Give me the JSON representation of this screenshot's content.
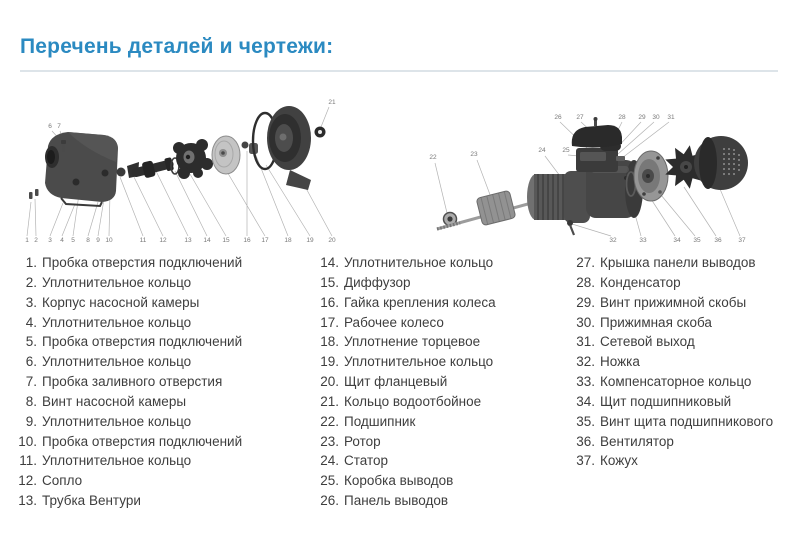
{
  "page": {
    "title": "Перечень деталей и чертежи:",
    "colors": {
      "title_blue": "#2b8ac1",
      "text": "#3e3e3e",
      "divider": "#dde4e9"
    }
  },
  "parts": [
    {
      "num": "1.",
      "label": "Пробка отверстия подключений"
    },
    {
      "num": "2.",
      "label": "Уплотнительное кольцо"
    },
    {
      "num": "3.",
      "label": "Корпус насосной камеры"
    },
    {
      "num": "4.",
      "label": "Уплотнительное кольцо"
    },
    {
      "num": "5.",
      "label": "Пробка отверстия подключений"
    },
    {
      "num": "6.",
      "label": "Уплотнительное кольцо"
    },
    {
      "num": "7.",
      "label": "Пробка заливного отверстия"
    },
    {
      "num": "8.",
      "label": "Винт насосной камеры"
    },
    {
      "num": "9.",
      "label": "Уплотнительное кольцо"
    },
    {
      "num": "10.",
      "label": "Пробка отверстия подключений"
    },
    {
      "num": "11.",
      "label": "Уплотнительное кольцо"
    },
    {
      "num": "12.",
      "label": "Сопло"
    },
    {
      "num": "13.",
      "label": "Трубка Вентури"
    },
    {
      "num": "14.",
      "label": "Уплотнительное кольцо"
    },
    {
      "num": "15.",
      "label": "Диффузор"
    },
    {
      "num": "16.",
      "label": "Гайка крепления колеса"
    },
    {
      "num": "17.",
      "label": "Рабочее колесо"
    },
    {
      "num": "18.",
      "label": "Уплотнение торцевое"
    },
    {
      "num": "19.",
      "label": "Уплотнительное кольцо"
    },
    {
      "num": "20.",
      "label": "Щит фланцевый"
    },
    {
      "num": "21.",
      "label": "Кольцо водоотбойное"
    },
    {
      "num": "22.",
      "label": "Подшипник"
    },
    {
      "num": "23.",
      "label": "Ротор"
    },
    {
      "num": "24.",
      "label": "Статор"
    },
    {
      "num": "25.",
      "label": "Коробка выводов"
    },
    {
      "num": "26.",
      "label": "Панель выводов"
    },
    {
      "num": "27.",
      "label": "Крышка панели выводов"
    },
    {
      "num": "28.",
      "label": "Конденсатор"
    },
    {
      "num": "29.",
      "label": "Винт прижимной скобы"
    },
    {
      "num": "30.",
      "label": "Прижимная скоба"
    },
    {
      "num": "31.",
      "label": "Сетевой выход"
    },
    {
      "num": "32.",
      "label": "Ножка"
    },
    {
      "num": "33.",
      "label": "Компенсаторное кольцо"
    },
    {
      "num": "34.",
      "label": "Щит подшипниковый"
    },
    {
      "num": "35.",
      "label": "Винт щита подшипникового"
    },
    {
      "num": "36.",
      "label": "Вентилятор"
    },
    {
      "num": "37.",
      "label": "Кожух"
    }
  ],
  "diagram_left": {
    "name": "exploded view — pump hydraulic end",
    "callouts": [
      "1",
      "2",
      "3",
      "4",
      "5",
      "6",
      "7",
      "8",
      "9",
      "10",
      "11",
      "12",
      "13",
      "14",
      "15",
      "16",
      "17",
      "18",
      "19",
      "20",
      "21"
    ]
  },
  "diagram_right": {
    "name": "exploded view — electric motor",
    "callouts": [
      "22",
      "23",
      "24",
      "25",
      "26",
      "27",
      "28",
      "29",
      "30",
      "31",
      "32",
      "33",
      "34",
      "35",
      "36",
      "37"
    ]
  }
}
